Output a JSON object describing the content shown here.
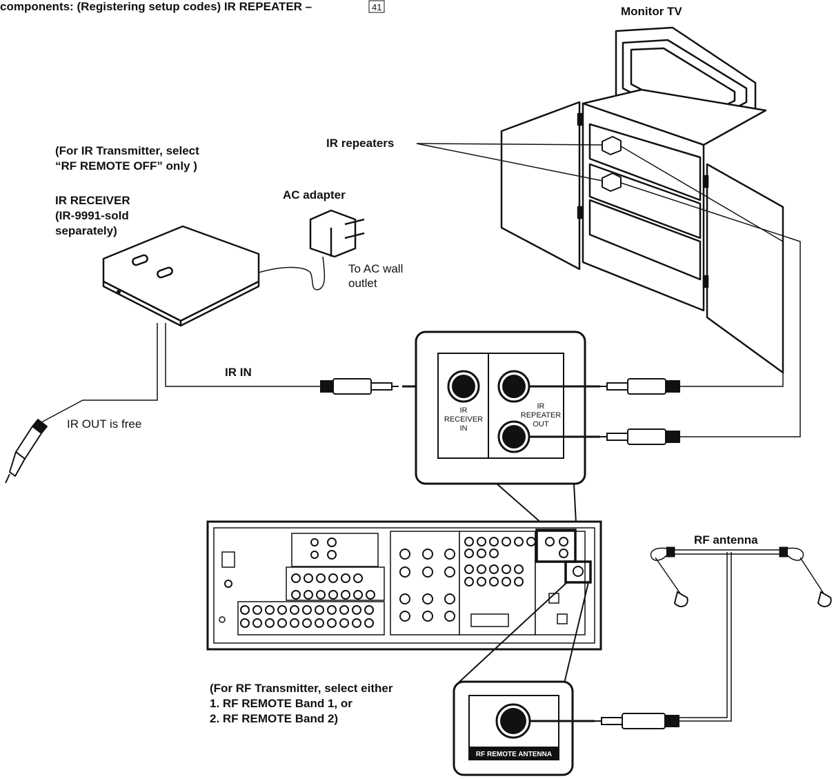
{
  "header": {
    "line1": "components: (Registering setup codes) IR REPEATER –",
    "page_ref": "41"
  },
  "labels": {
    "monitor_tv": "Monitor TV",
    "ir_repeaters": "IR repeaters",
    "ir_transmitter_line1": "(For IR Transmitter, select",
    "ir_transmitter_line2": "“RF REMOTE OFF” only )",
    "ir_receiver_line1": "IR RECEIVER",
    "ir_receiver_line2": "(IR-9991-sold",
    "ir_receiver_line3": "separately)",
    "ac_adapter": "AC adapter",
    "ac_outlet_line1": "To AC wall",
    "ac_outlet_line2": "outlet",
    "ir_in": "IR IN",
    "ir_out_free": "IR OUT is free",
    "jack_receiver_in_1": "IR",
    "jack_receiver_in_2": "RECEIVER",
    "jack_receiver_in_3": "IN",
    "jack_repeater_out_1": "IR",
    "jack_repeater_out_2": "REPEATER",
    "jack_repeater_out_3": "OUT",
    "rf_antenna": "RF antenna",
    "rf_transmitter_line1": "(For RF Transmitter, select either",
    "rf_transmitter_line2": "1.  RF REMOTE Band 1, or",
    "rf_transmitter_line3": "2.  RF REMOTE Band 2)",
    "rf_remote_antenna": "RF REMOTE ANTENNA"
  }
}
